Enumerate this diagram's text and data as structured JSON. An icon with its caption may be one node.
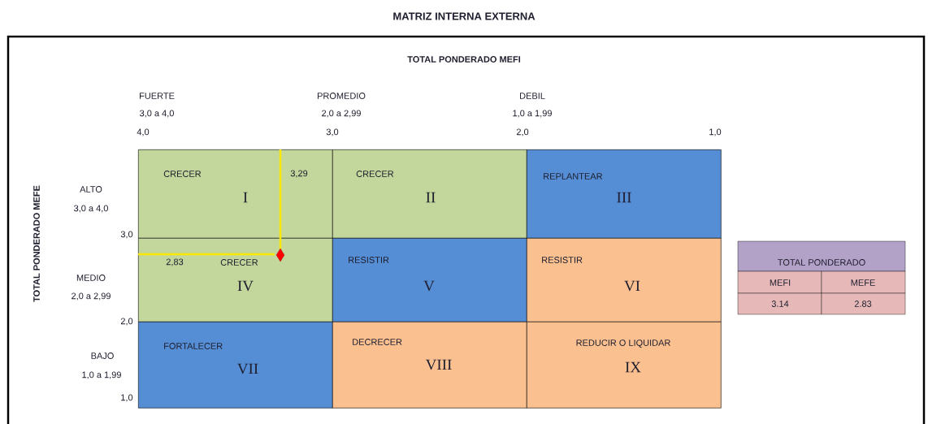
{
  "diagram": {
    "title": "MATRIZ INTERNA EXTERNA",
    "nodes": [
      {
        "text": [
          "CRECER",
          "I"
        ]
      },
      {
        "text": [
          "CRECER",
          "II"
        ]
      },
      {
        "text": [
          "REPLANTEAR",
          "III"
        ]
      },
      {
        "text": [
          "CRECER",
          "IV"
        ]
      },
      {
        "text": [
          "RESISTIR",
          "V"
        ]
      },
      {
        "text": [
          "RESISTIR",
          "VI"
        ]
      },
      {
        "text": [
          "FORTALECER",
          "VII"
        ]
      },
      {
        "text": [
          "DECRECER",
          "VIII"
        ]
      },
      {
        "text": [
          "REDUCIR O LIQUIDAR",
          "IX"
        ]
      }
    ],
    "labels": [
      "TOTAL PONDERADO MEFI",
      "FUERTE",
      "3,0 a 4,0",
      "PROMEDIO",
      "2,0 a 2,99",
      "DEBIL",
      "1,0 a 1,99",
      "4,0",
      "3,0",
      "2,0",
      "1,0",
      "TOTAL PONDERADO MEFE",
      "ALTO",
      "3,0 a 4,0",
      "3,29",
      "3,0",
      "2,83",
      "MEDIO",
      "2,0 a 2,99",
      "TOTAL PONDERADO",
      "MEFI",
      "MEFE",
      "3.14",
      "2.83",
      "2,0",
      "BAJO",
      "1,0 a 1,99",
      "1,0"
    ]
  }
}
